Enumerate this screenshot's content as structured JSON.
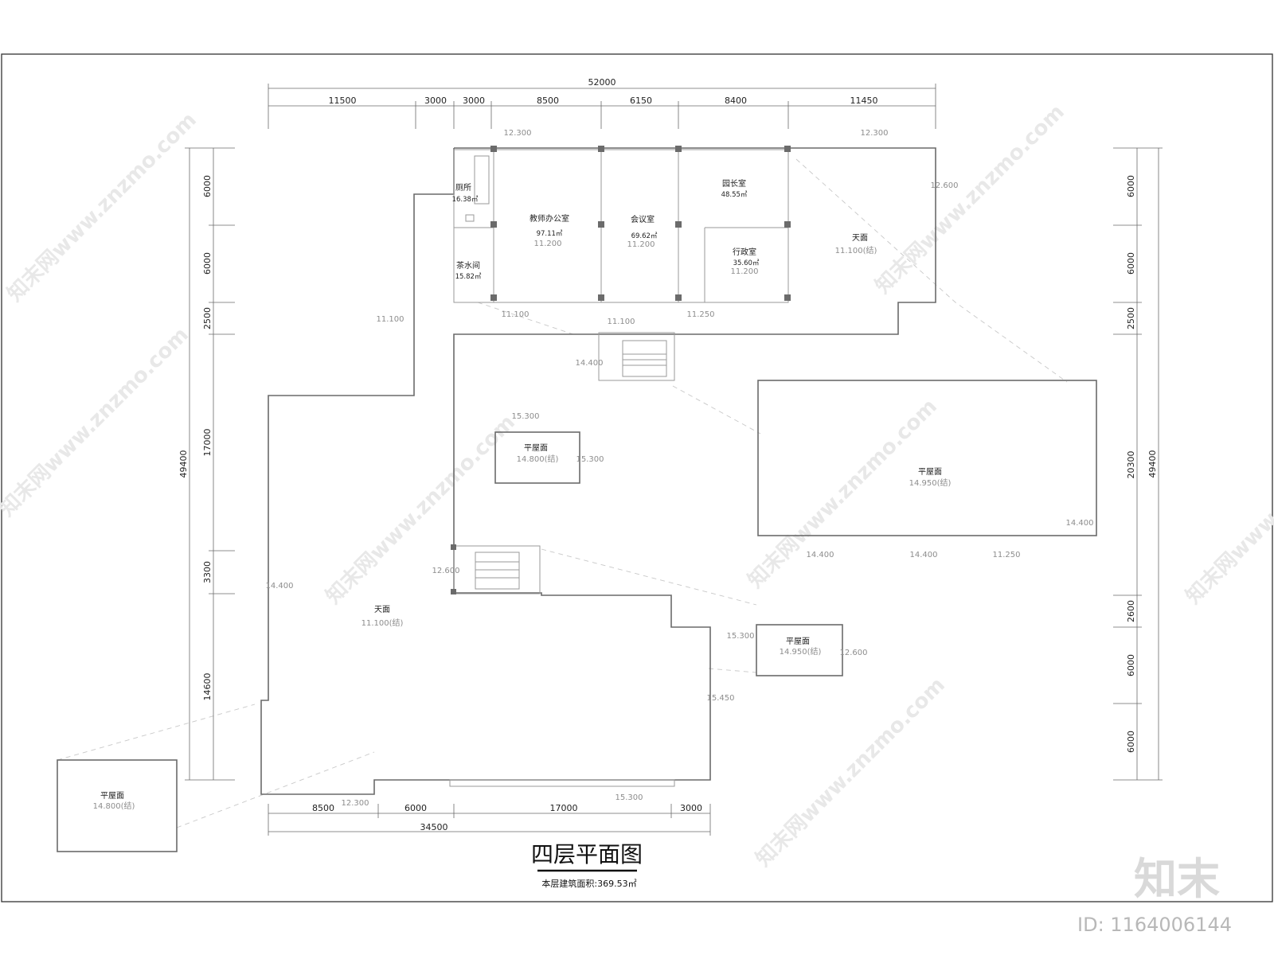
{
  "drawing": {
    "title": "四层平面图",
    "area_note": "本层建筑面积:369.53㎡",
    "top_total": "52000",
    "top_segments": [
      "11500",
      "3000",
      "3000",
      "8500",
      "6150",
      "8400",
      "11450"
    ],
    "bottom_total": "34500",
    "bottom_segments": [
      "8500",
      "6000",
      "17000",
      "3000"
    ],
    "left_total": "49400",
    "left_segments": [
      "6000",
      "6000",
      "2500",
      "17000",
      "3300",
      "14600"
    ],
    "right_total": "49400",
    "right_segments": [
      "6000",
      "6000",
      "2500",
      "20300",
      "2600",
      "6000",
      "6000"
    ]
  },
  "rooms": [
    {
      "name": "厕所",
      "area": "16.38㎡"
    },
    {
      "name": "茶水间",
      "area": "15.82㎡"
    },
    {
      "name": "教师办公室",
      "area": "97.11㎡",
      "elev": "11.200"
    },
    {
      "name": "会议室",
      "area": "69.62㎡",
      "elev": "11.200"
    },
    {
      "name": "园长室",
      "area": "48.55㎡"
    },
    {
      "name": "行政室",
      "area": "35.60㎡",
      "elev": "11.200"
    }
  ],
  "roofs": [
    {
      "name": "天面",
      "elev": "11.100(结)"
    },
    {
      "name": "平屋面",
      "elev": "14.800(结)"
    },
    {
      "name": "平屋面",
      "elev": "14.950(结)"
    },
    {
      "name": "天面",
      "elev": "11.100(结)"
    },
    {
      "name": "平屋面",
      "elev": "14.950(结)"
    },
    {
      "name": "平屋面",
      "elev": "14.800(结)"
    }
  ],
  "elevations": [
    "12.300",
    "12.300",
    "12.600",
    "11.100",
    "11.100",
    "11.100",
    "11.250",
    "14.400",
    "15.300",
    "15.300",
    "14.400",
    "14.400",
    "14.400",
    "11.250",
    "12.600",
    "14.400",
    "15.300",
    "12.600",
    "15.450",
    "12.300",
    "15.300"
  ],
  "watermark": "知末网www.znzmo.com",
  "logo": "知末",
  "id_label": "ID: 1164006144"
}
